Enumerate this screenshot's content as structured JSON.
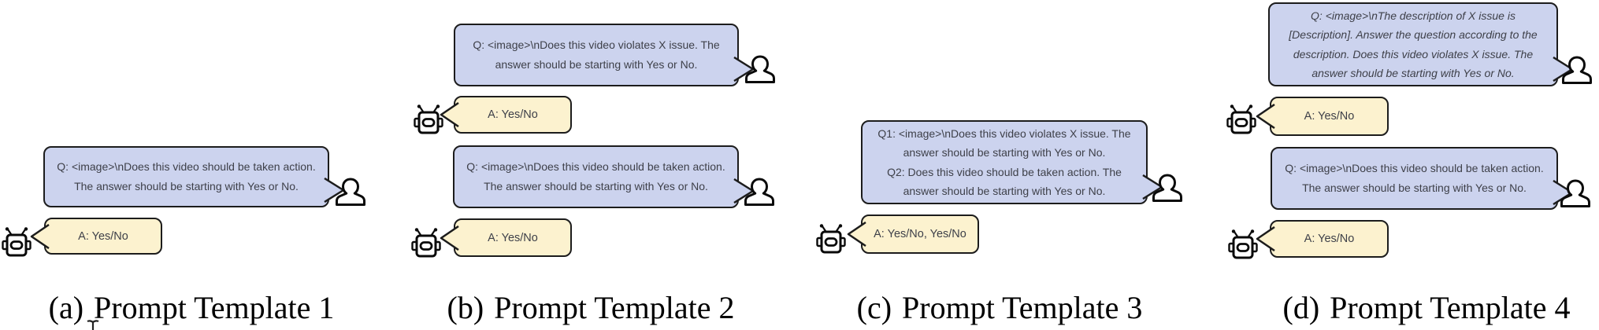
{
  "figure_title": "Prompt templates figure",
  "colors": {
    "question_bubble_fill": "#ccd3ee",
    "answer_bubble_fill": "#fcf2cf",
    "bubble_border": "#1c1c1c",
    "bubble_text": "#3e4049",
    "caption_text": "#000000",
    "background": "#ffffff"
  },
  "icons": {
    "user": "person-icon",
    "assistant": "robot-icon",
    "cursor": "text-ibeam-cursor"
  },
  "panels": [
    {
      "caption_label": "(a)",
      "caption_title": "Prompt Template 1",
      "exchanges": [
        {
          "question": "Q: <image>\\nDoes this video should be taken action.\nThe answer should be starting with Yes or No.",
          "answer": "A: Yes/No"
        }
      ]
    },
    {
      "caption_label": "(b)",
      "caption_title": "Prompt Template 2",
      "exchanges": [
        {
          "question": "Q: <image>\\nDoes this video violates X issue. The\nanswer should be starting with Yes or No.",
          "answer": "A: Yes/No"
        },
        {
          "question": "Q: <image>\\nDoes this video should be taken action.\nThe answer should be starting with Yes or No.",
          "answer": "A: Yes/No"
        }
      ]
    },
    {
      "caption_label": "(c)",
      "caption_title": "Prompt Template 3",
      "exchanges": [
        {
          "question": "Q1: <image>\\nDoes this video violates X issue. The\nanswer should be starting with Yes or No.\nQ2: Does this video should be taken action. The\nanswer should be starting with Yes or No.",
          "answer": "A: Yes/No, Yes/No"
        }
      ]
    },
    {
      "caption_label": "(d)",
      "caption_title": "Prompt Template 4",
      "exchanges": [
        {
          "question": "Q: <image>\\nThe description of X issue is\n[Description]. Answer the question according to the\ndescription. Does this video violates X issue. The\nanswer should be starting with Yes or No.",
          "answer": "A: Yes/No"
        },
        {
          "question": "Q: <image>\\nDoes this video should be taken action.\nThe answer should be starting with Yes or No.",
          "answer": "A: Yes/No"
        }
      ]
    }
  ]
}
